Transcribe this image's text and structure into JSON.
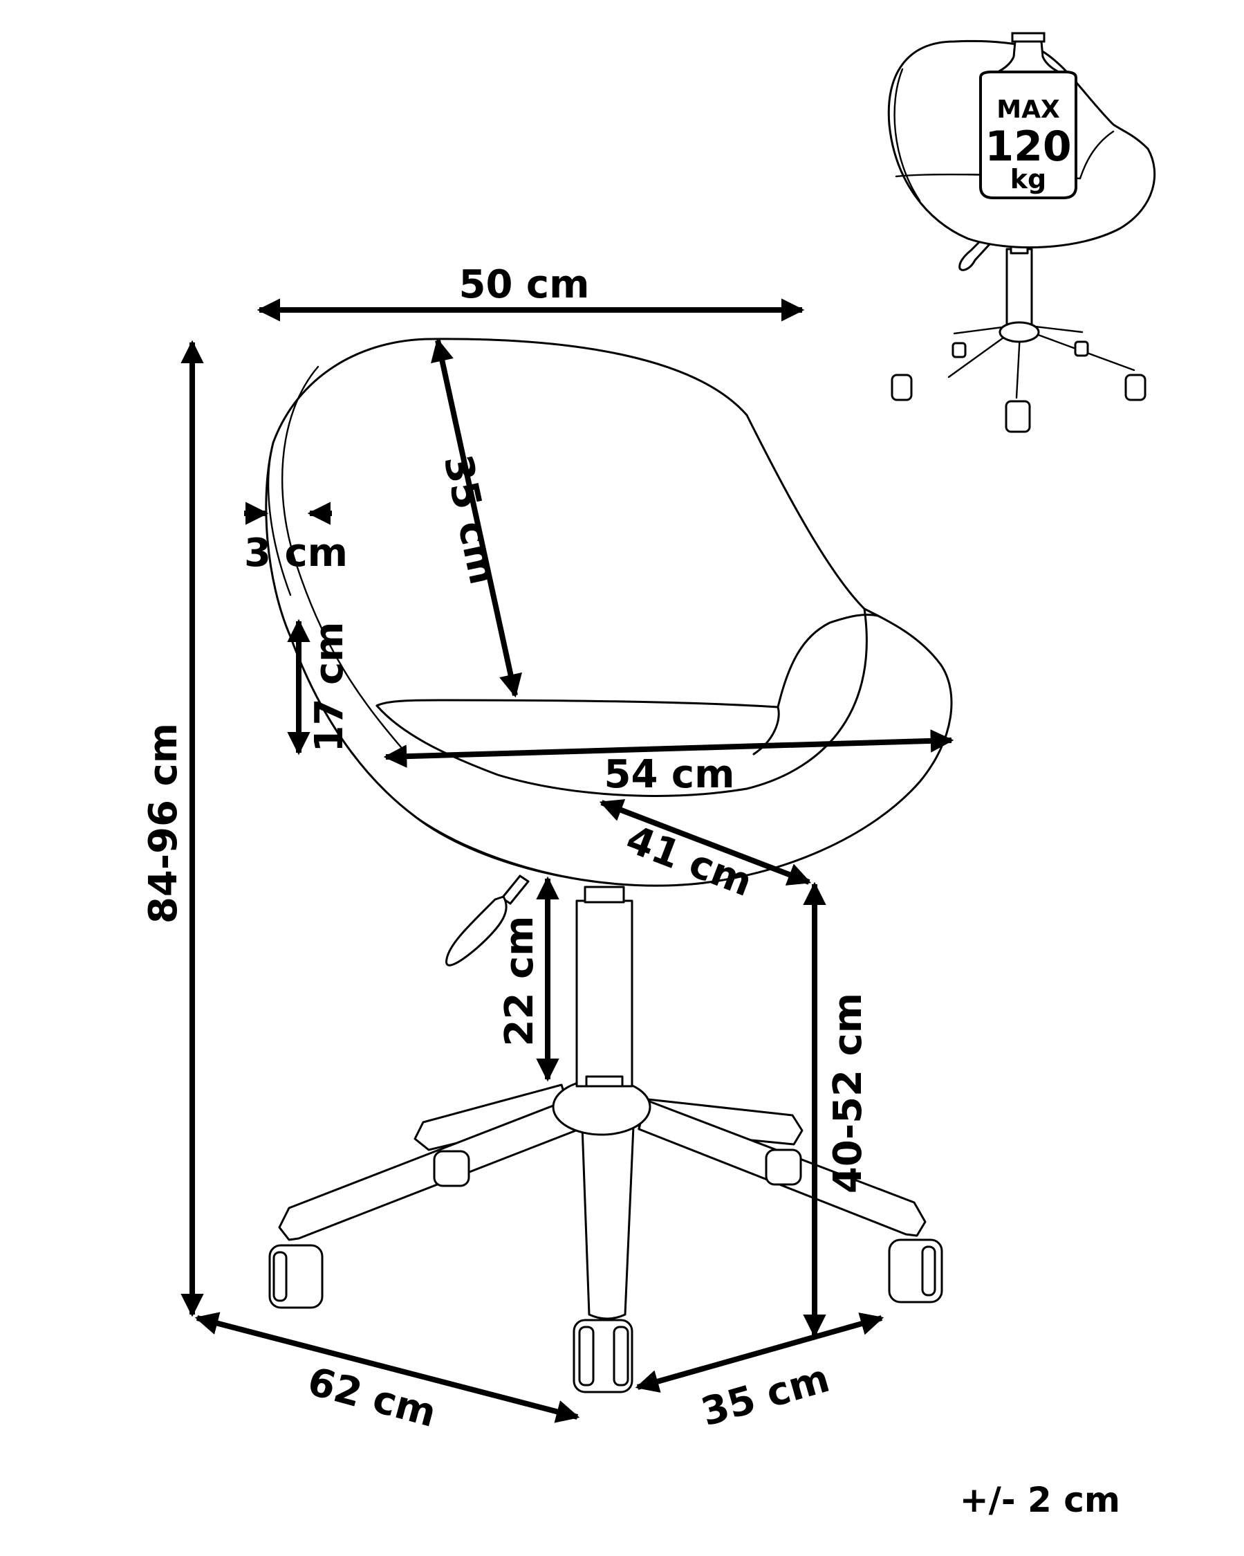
{
  "dimensions": {
    "width_top": "50 cm",
    "backrest_height": "35 cm",
    "shell_thickness": "3 cm",
    "side_height": "17 cm",
    "seat_width": "54 cm",
    "seat_depth": "41 cm",
    "gas_lift_height": "22 cm",
    "seat_height": "40-52 cm",
    "total_height": "84-96 cm",
    "base_width": "62 cm",
    "base_depth": "35 cm"
  },
  "weight_badge": {
    "line1": "MAX",
    "line2": "120",
    "line3": "kg"
  },
  "tolerance": "+/- 2 cm"
}
